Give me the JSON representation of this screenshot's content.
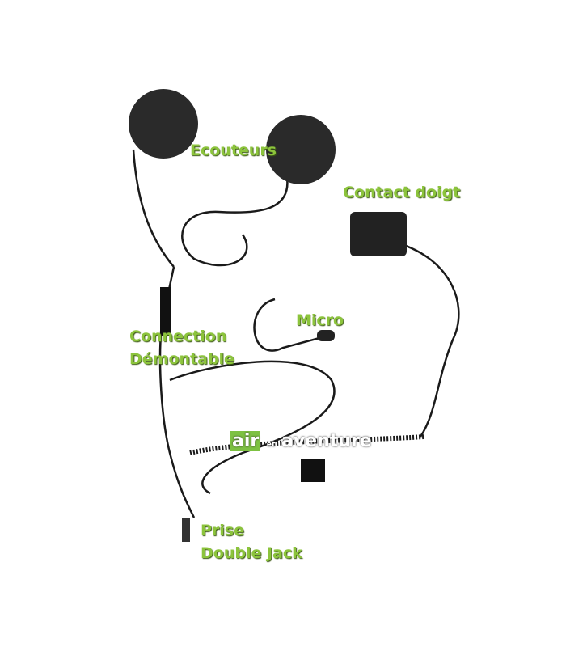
{
  "labels": {
    "ecouteurs": "Ecouteurs",
    "contact": "Contact doigt",
    "micro": "Micro",
    "connection_1": "Connection",
    "connection_2": "Démontable",
    "prise_1": "Prise",
    "prise_2": "Double Jack"
  },
  "watermark": {
    "part1": "air",
    "part2": "et",
    "part3": "aventure"
  },
  "colors": {
    "label": "#8cc43c",
    "cable": "#1a1a1a",
    "earpad": "#2a2a2a"
  }
}
